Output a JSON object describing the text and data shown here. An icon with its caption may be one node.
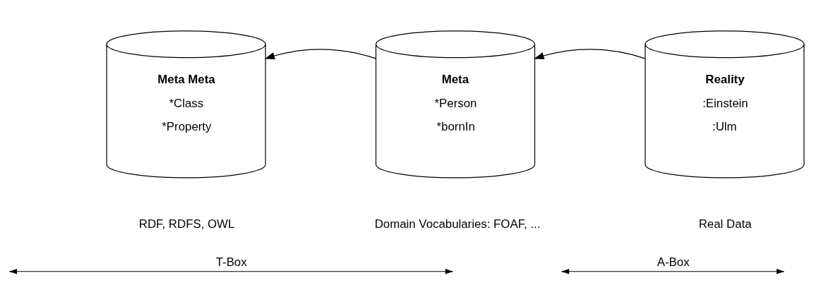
{
  "diagram": {
    "nodes": [
      {
        "text": [
          "Meta Meta",
          "*Class",
          "*Property"
        ],
        "beside": [
          "RDF, RDFS, OWL"
        ]
      },
      {
        "text": [
          "Meta",
          "*Person",
          "*bornIn"
        ],
        "beside": [
          "Domain Vocabularies: FOAF, ..."
        ]
      },
      {
        "text": [
          "Reality",
          ":Einstein",
          ":Ulm"
        ],
        "beside": [
          "Real Data"
        ]
      }
    ],
    "edges": [
      {
        "from": 1,
        "to": 0,
        "arrow": "to"
      },
      {
        "from": 2,
        "to": 1,
        "arrow": "to"
      }
    ],
    "labels": [
      "T-Box",
      "A-Box"
    ]
  }
}
